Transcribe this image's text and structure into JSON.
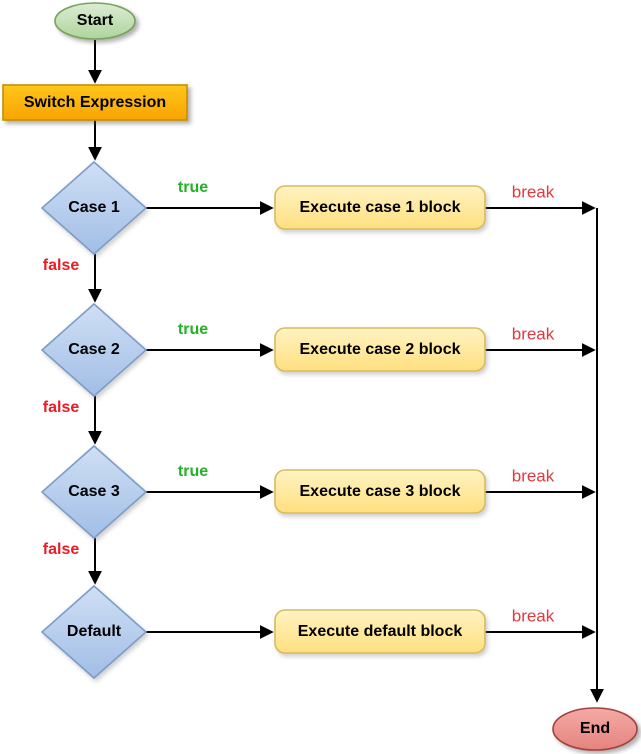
{
  "diagram": {
    "type": "flowchart",
    "nodes": {
      "start": {
        "label": "Start"
      },
      "switch": {
        "label": "Switch Expression"
      },
      "cases": [
        {
          "label": "Case 1",
          "block": "Execute case 1 block"
        },
        {
          "label": "Case 2",
          "block": "Execute case 2 block"
        },
        {
          "label": "Case 3",
          "block": "Execute case 3 block"
        },
        {
          "label": "Default",
          "block": "Execute default block"
        }
      ],
      "end": {
        "label": "End"
      }
    },
    "edge_labels": {
      "true": "true",
      "false": "false",
      "break": "break"
    },
    "colors": {
      "start_fill_top": "#dcecd3",
      "start_fill_bottom": "#aed49c",
      "start_border": "#76a25c",
      "switch_fill_top": "#ffc61a",
      "switch_fill_bottom": "#f8a403",
      "switch_border": "#c78f00",
      "diamond_fill_top": "#cfdff4",
      "diamond_fill_bottom": "#a1bee6",
      "diamond_border": "#7e9cc8",
      "block_fill_top": "#fff3c2",
      "block_fill_bottom": "#ffdf7f",
      "block_border": "#d9bb5e",
      "end_fill_top": "#f4aaa5",
      "end_fill_bottom": "#e5837e",
      "end_border": "#a2423d",
      "true_color": "#23b223",
      "false_color": "#ed1c24",
      "break_color": "#e2383f",
      "arrow_color": "#000000"
    }
  }
}
